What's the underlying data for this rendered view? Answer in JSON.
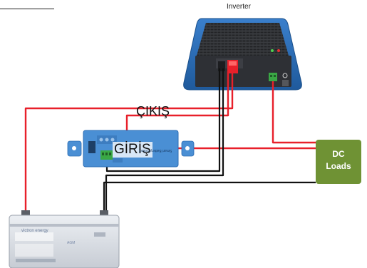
{
  "labels": {
    "inverter_title": "Inverter",
    "output": "ÇIKIŞ",
    "input": "GİRİŞ",
    "dc_loads_line1": "DC",
    "dc_loads_line2": "Loads"
  },
  "battery": {
    "brand": "victron energy",
    "model": "AGM"
  },
  "protect": {
    "label": "Smart BatteryProtect"
  },
  "colors": {
    "positive_wire": "#e8202a",
    "negative_wire": "#111111",
    "inverter_body": "#2b6cb3",
    "protect_body": "#4a8fd4",
    "dc_loads_box": "#6f9234",
    "battery_body": "#d9dde3",
    "terminal_green": "#3aa845",
    "fuse_red": "#e83030"
  }
}
